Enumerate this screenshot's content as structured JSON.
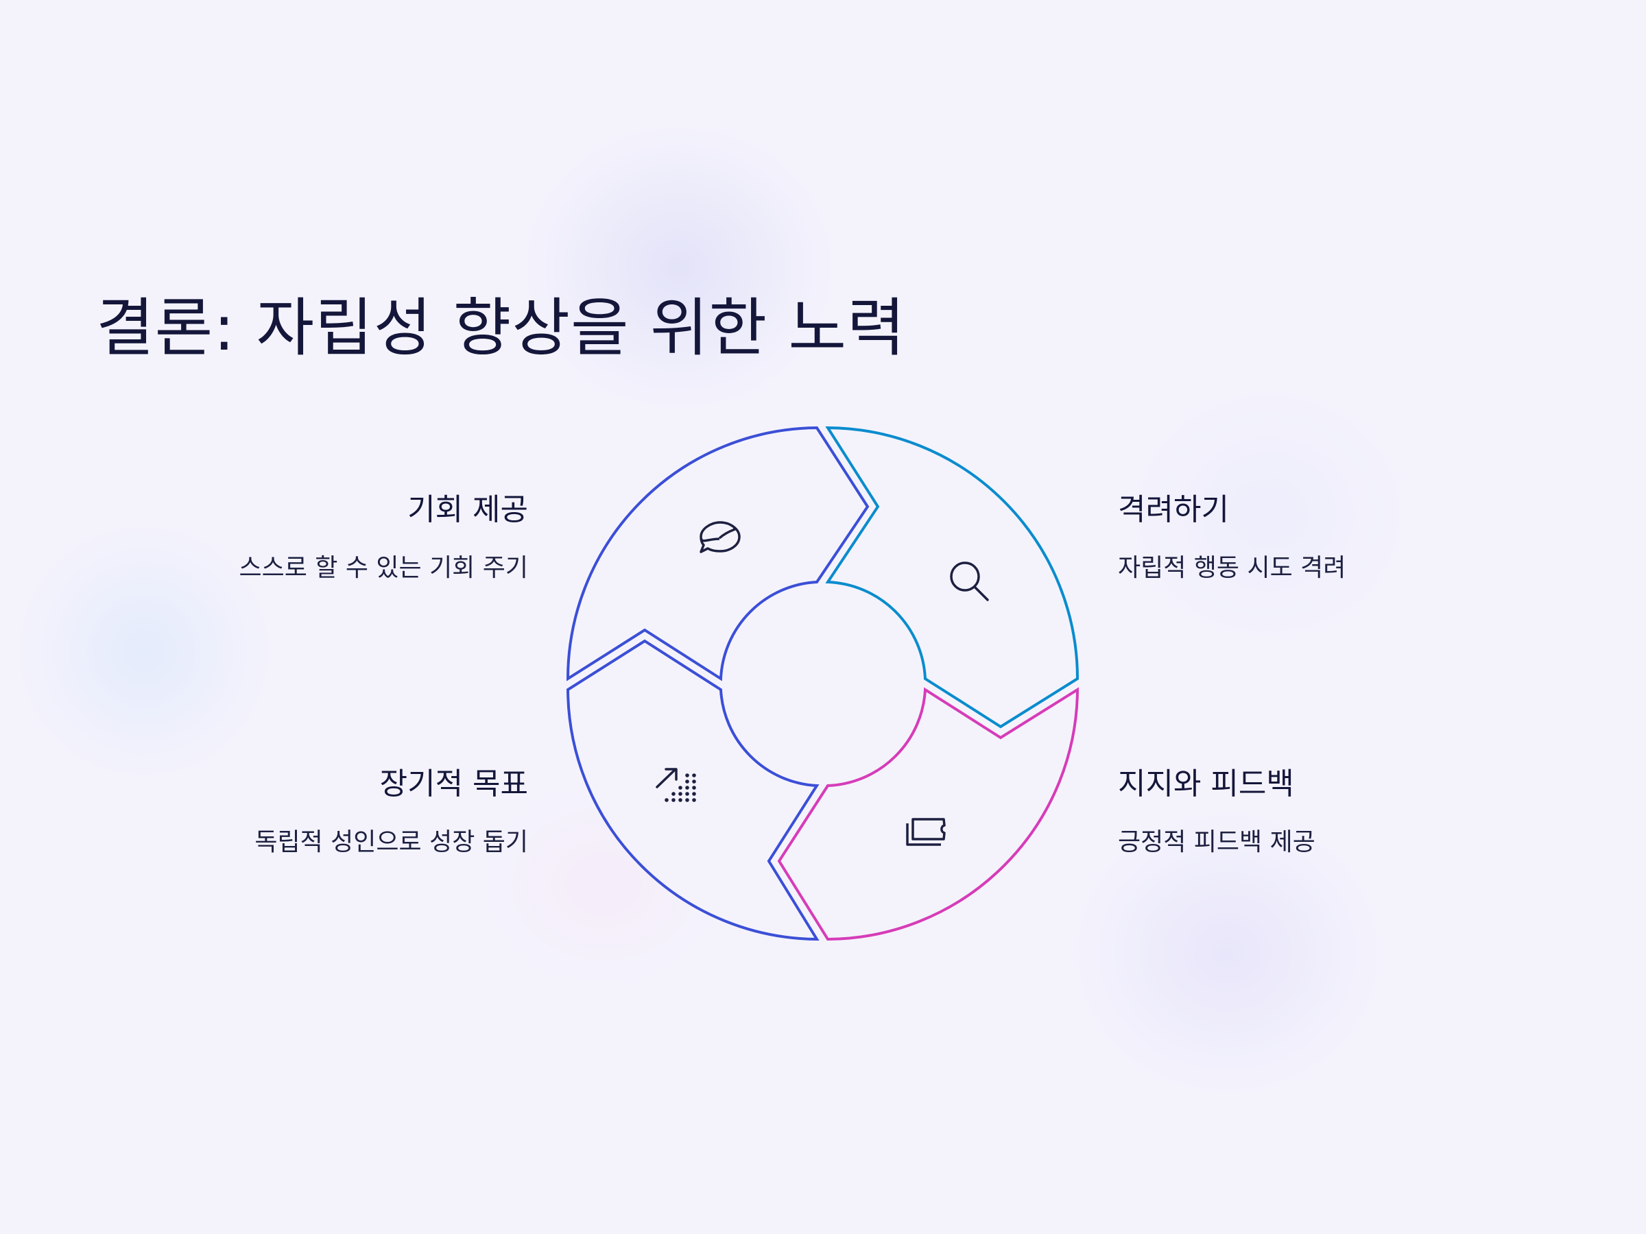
{
  "title": "결론: 자립성 향상을 위한 노력",
  "segments": [
    {
      "id": "opportunity",
      "title": "기회 제공",
      "description": "스스로 할 수 있는 기회 주기",
      "icon": "speech-bubble-icon",
      "color": "#3b4fd6"
    },
    {
      "id": "encourage",
      "title": "격려하기",
      "description": "자립적 행동 시도 격려",
      "icon": "magnifier-icon",
      "color": "#0a8ccd"
    },
    {
      "id": "feedback",
      "title": "지지와 피드백",
      "description": "긍정적 피드백 제공",
      "icon": "ticket-icon",
      "color": "#d63cb8"
    },
    {
      "id": "long-term",
      "title": "장기적 목표",
      "description": "독립적 성인으로 성장 돕기",
      "icon": "growth-chart-icon",
      "color": "#3b4fd6"
    }
  ]
}
